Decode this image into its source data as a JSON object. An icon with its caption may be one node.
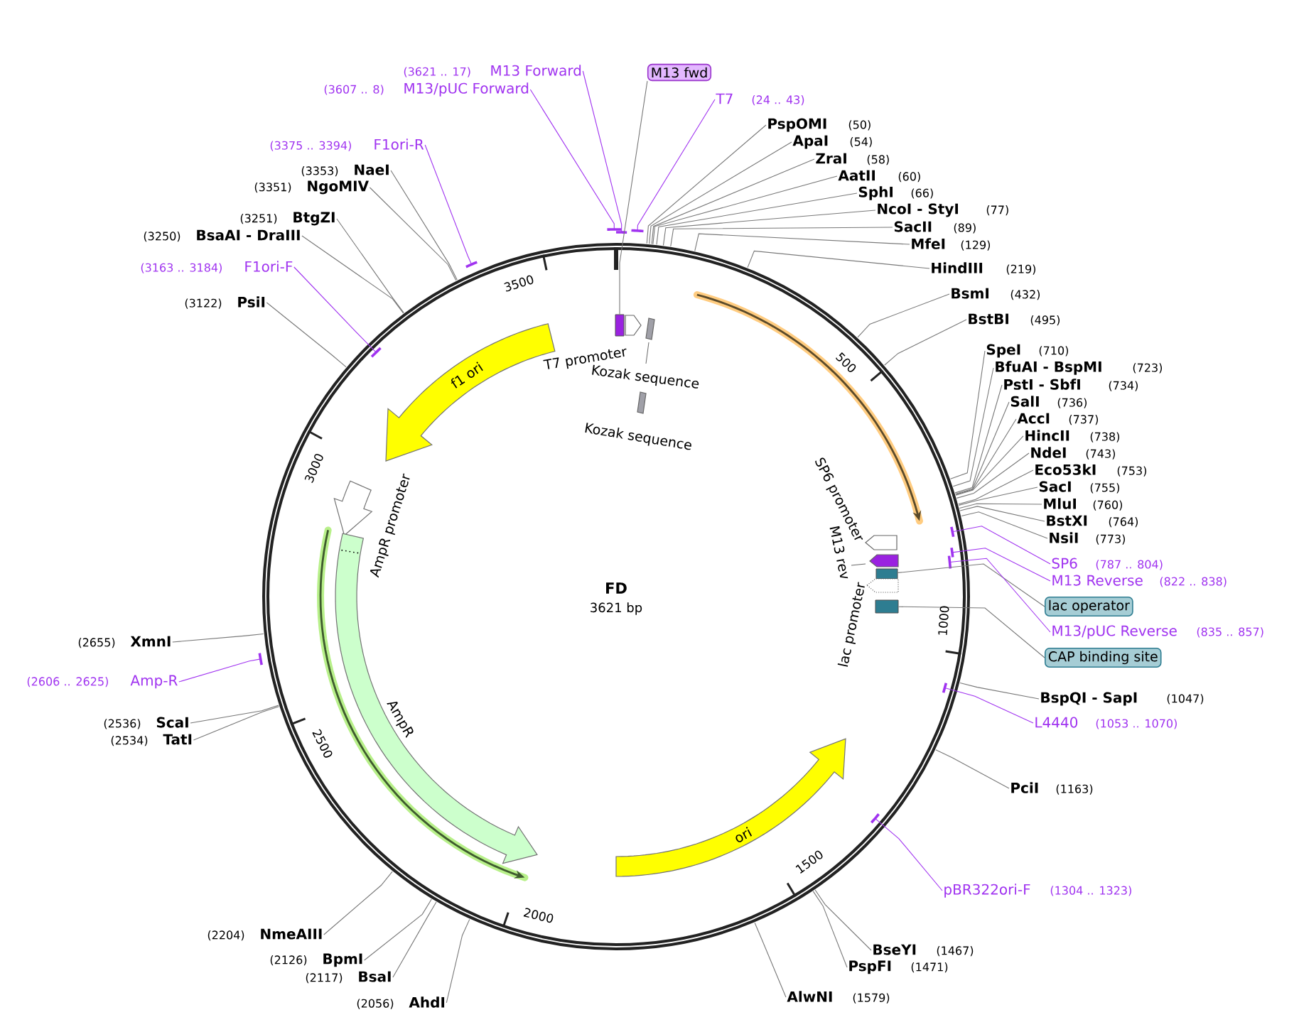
{
  "diagram": {
    "nodes": [
      {
        "text": [
          "M13 fwd"
        ]
      },
      {
        "text": [
          "T7",
          "(24 .. 43)"
        ]
      },
      {
        "text": [
          "PspOMI",
          "(50)"
        ]
      },
      {
        "text": [
          "ApaI",
          "(54)"
        ]
      },
      {
        "text": [
          "ZraI",
          "(58)"
        ]
      },
      {
        "text": [
          "AatII",
          "(60)"
        ]
      },
      {
        "text": [
          "SphI",
          "(66)"
        ]
      },
      {
        "text": [
          "NcoI - StyI",
          "(77)"
        ]
      },
      {
        "text": [
          "SacII",
          "(89)"
        ]
      },
      {
        "text": [
          "MfeI",
          "(129)"
        ]
      },
      {
        "text": [
          "HindIII",
          "(219)"
        ]
      },
      {
        "text": [
          "BsmI",
          "(432)"
        ]
      },
      {
        "text": [
          "BstBI",
          "(495)"
        ]
      },
      {
        "text": [
          "SpeI",
          "(710)"
        ]
      },
      {
        "text": [
          "BfuAI - BspMI",
          "(723)"
        ]
      },
      {
        "text": [
          "PstI - SbfI",
          "(734)"
        ]
      },
      {
        "text": [
          "SalI",
          "(736)"
        ]
      },
      {
        "text": [
          "AccI",
          "(737)"
        ]
      },
      {
        "text": [
          "HincII",
          "(738)"
        ]
      },
      {
        "text": [
          "NdeI",
          "(743)"
        ]
      },
      {
        "text": [
          "Eco53kI",
          "(753)"
        ]
      },
      {
        "text": [
          "SacI",
          "(755)"
        ]
      },
      {
        "text": [
          "MluI",
          "(760)"
        ]
      },
      {
        "text": [
          "BstXI",
          "(764)"
        ]
      },
      {
        "text": [
          "NsiI",
          "(773)"
        ]
      },
      {
        "text": [
          "SP6",
          "(787 .. 804)"
        ]
      },
      {
        "text": [
          "M13 Reverse",
          "(822 .. 838)"
        ]
      },
      {
        "text": [
          "lac operator"
        ]
      },
      {
        "text": [
          "M13/pUC Reverse",
          "(835 .. 857)"
        ]
      },
      {
        "text": [
          "CAP binding site"
        ]
      },
      {
        "text": [
          "BspQI - SapI",
          "(1047)"
        ]
      },
      {
        "text": [
          "L4440",
          "(1053 .. 1070)"
        ]
      },
      {
        "text": [
          "PciI",
          "(1163)"
        ]
      },
      {
        "text": [
          "pBR322ori-F",
          "(1304 .. 1323)"
        ]
      },
      {
        "text": [
          "BseYI",
          "(1467)"
        ]
      },
      {
        "text": [
          "PspFI",
          "(1471)"
        ]
      },
      {
        "text": [
          "AlwNI",
          "(1579)"
        ]
      },
      {
        "text": [
          "(2056)",
          "AhdI"
        ]
      },
      {
        "text": [
          "(2117)",
          "BsaI"
        ]
      },
      {
        "text": [
          "(2126)",
          "BpmI"
        ]
      },
      {
        "text": [
          "(2204)",
          "NmeAIII"
        ]
      },
      {
        "text": [
          "(2534)",
          "TatI"
        ]
      },
      {
        "text": [
          "(2536)",
          "ScaI"
        ]
      },
      {
        "text": [
          "(2606 .. 2625)",
          "Amp-R"
        ]
      },
      {
        "text": [
          "(2655)",
          "XmnI"
        ]
      },
      {
        "text": [
          "(3122)",
          "PsiI"
        ]
      },
      {
        "text": [
          "(3163 .. 3184)",
          "F1ori-F"
        ]
      },
      {
        "text": [
          "(3250)",
          "BsaAI - DraIII"
        ]
      },
      {
        "text": [
          "(3251)",
          "BtgZI"
        ]
      },
      {
        "text": [
          "(3351)",
          "NgoMIV"
        ]
      },
      {
        "text": [
          "(3353)",
          "NaeI"
        ]
      },
      {
        "text": [
          "(3375 .. 3394)",
          "F1ori-R"
        ]
      },
      {
        "text": [
          "(3607 .. 8)",
          "M13/pUC Forward"
        ]
      },
      {
        "text": [
          "(3621 .. 17)",
          "M13 Forward"
        ]
      },
      {
        "text": [],
        "shape": "box"
      },
      {
        "text": [
          "T7 promoter"
        ]
      },
      {
        "text": [
          "Kozak sequence"
        ]
      },
      {
        "text": [
          "Kozak sequence"
        ]
      },
      {
        "text": [
          "f1 ori"
        ]
      },
      {
        "text": [
          "AmpR promoter"
        ]
      },
      {
        "text": [
          "AmpR"
        ]
      },
      {
        "text": [
          "ori"
        ]
      },
      {
        "text": [
          "SP6 promoter"
        ]
      },
      {
        "text": [
          "M13 rev"
        ]
      },
      {
        "text": [],
        "shape": "box"
      },
      {
        "text": [
          "lac promoter"
        ]
      },
      {
        "text": [],
        "shape": "box"
      }
    ],
    "edges": [
      {
        "from": 0,
        "to": 54,
        "arrow": "none"
      },
      {
        "from": 1,
        "to": null,
        "arrow": "none",
        "color": "#a033f0"
      },
      {
        "from": 2,
        "to": null,
        "arrow": "none"
      },
      {
        "from": 3,
        "to": null,
        "arrow": "none"
      },
      {
        "from": 4,
        "to": null,
        "arrow": "none"
      },
      {
        "from": 5,
        "to": null,
        "arrow": "none"
      },
      {
        "from": 6,
        "to": null,
        "arrow": "none"
      },
      {
        "from": 7,
        "to": null,
        "arrow": "none"
      },
      {
        "from": 8,
        "to": null,
        "arrow": "none"
      },
      {
        "from": 9,
        "to": null,
        "arrow": "none"
      },
      {
        "from": 10,
        "to": null,
        "arrow": "none"
      },
      {
        "from": 11,
        "to": null,
        "arrow": "none"
      },
      {
        "from": 12,
        "to": null,
        "arrow": "none"
      },
      {
        "from": 13,
        "to": null,
        "arrow": "none"
      },
      {
        "from": 14,
        "to": null,
        "arrow": "none"
      },
      {
        "from": 15,
        "to": null,
        "arrow": "none"
      },
      {
        "from": 16,
        "to": null,
        "arrow": "none"
      },
      {
        "from": 17,
        "to": null,
        "arrow": "none"
      },
      {
        "from": 18,
        "to": null,
        "arrow": "none"
      },
      {
        "from": 19,
        "to": null,
        "arrow": "none"
      },
      {
        "from": 20,
        "to": null,
        "arrow": "none"
      },
      {
        "from": 21,
        "to": null,
        "arrow": "none"
      },
      {
        "from": 22,
        "to": null,
        "arrow": "none"
      },
      {
        "from": 23,
        "to": null,
        "arrow": "none"
      },
      {
        "from": 24,
        "to": null,
        "arrow": "none"
      },
      {
        "from": 25,
        "to": null,
        "arrow": "none",
        "color": "#a033f0"
      },
      {
        "from": 26,
        "to": null,
        "arrow": "none",
        "color": "#a033f0"
      },
      {
        "from": 27,
        "to": 64,
        "arrow": "none"
      },
      {
        "from": 28,
        "to": null,
        "arrow": "none",
        "color": "#a033f0"
      },
      {
        "from": 29,
        "to": 66,
        "arrow": "none"
      },
      {
        "from": 30,
        "to": null,
        "arrow": "none"
      },
      {
        "from": 31,
        "to": null,
        "arrow": "none",
        "color": "#a033f0"
      },
      {
        "from": 32,
        "to": null,
        "arrow": "none"
      },
      {
        "from": 33,
        "to": null,
        "arrow": "none",
        "color": "#a033f0"
      },
      {
        "from": 34,
        "to": null,
        "arrow": "none"
      },
      {
        "from": 35,
        "to": null,
        "arrow": "none"
      },
      {
        "from": 36,
        "to": null,
        "arrow": "none"
      },
      {
        "from": 37,
        "to": null,
        "arrow": "none"
      },
      {
        "from": 38,
        "to": null,
        "arrow": "none"
      },
      {
        "from": 39,
        "to": null,
        "arrow": "none"
      },
      {
        "from": 40,
        "to": null,
        "arrow": "none"
      },
      {
        "from": 41,
        "to": null,
        "arrow": "none"
      },
      {
        "from": 42,
        "to": null,
        "arrow": "none"
      },
      {
        "from": 43,
        "to": null,
        "arrow": "none",
        "color": "#a033f0"
      },
      {
        "from": 44,
        "to": null,
        "arrow": "none"
      },
      {
        "from": 45,
        "to": null,
        "arrow": "none"
      },
      {
        "from": 46,
        "to": null,
        "arrow": "none",
        "color": "#a033f0"
      },
      {
        "from": 47,
        "to": null,
        "arrow": "none"
      },
      {
        "from": 48,
        "to": null,
        "arrow": "none"
      },
      {
        "from": 49,
        "to": null,
        "arrow": "none"
      },
      {
        "from": 50,
        "to": null,
        "arrow": "none"
      },
      {
        "from": 51,
        "to": null,
        "arrow": "none",
        "color": "#a033f0"
      },
      {
        "from": 52,
        "to": null,
        "arrow": "none",
        "color": "#a033f0"
      },
      {
        "from": 53,
        "to": null,
        "arrow": "none",
        "color": "#a033f0"
      }
    ],
    "labels": [
      "FD",
      "3621 bp",
      "500",
      "1000",
      "1500",
      "2000",
      "2500",
      "3000",
      "3500"
    ]
  }
}
